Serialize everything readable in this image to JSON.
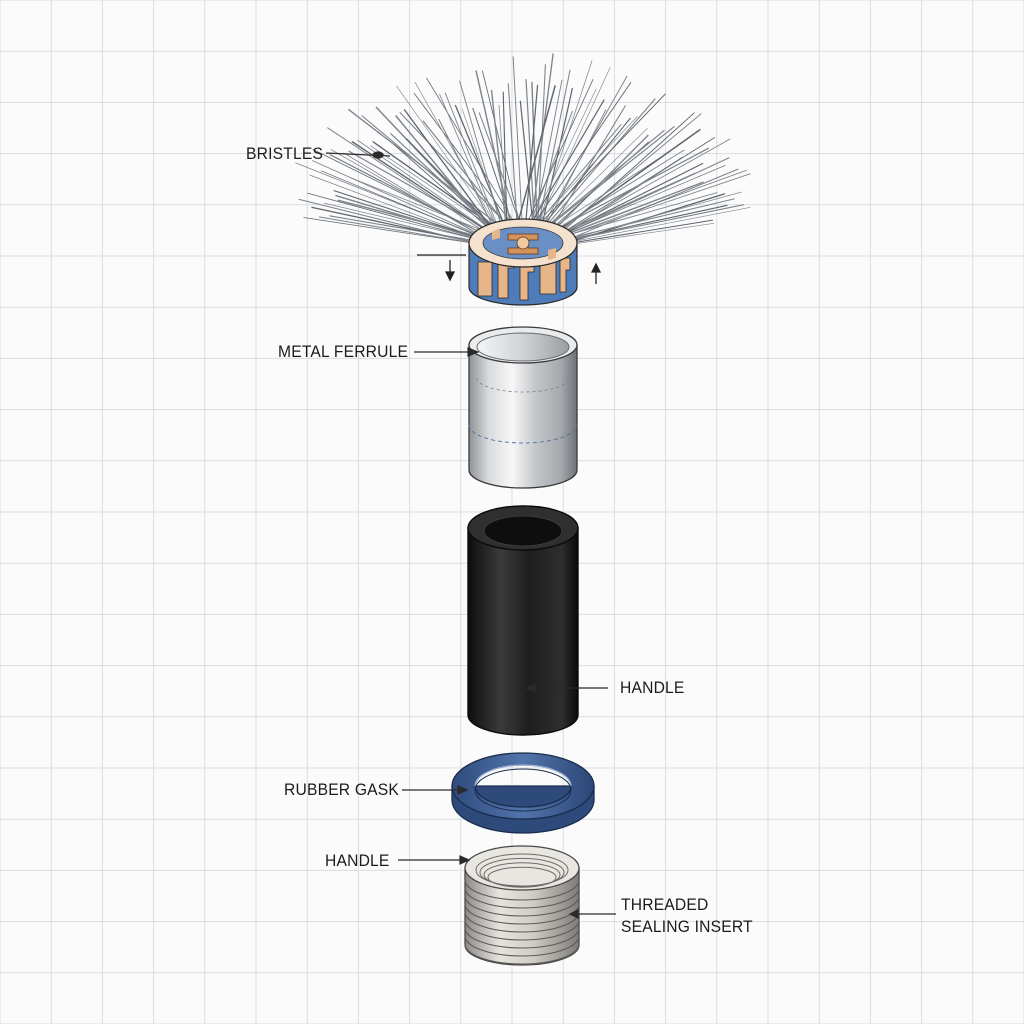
{
  "labels": {
    "bristles": "BRISTLES",
    "metal_ferrule": "METAL FERRULE",
    "handle_upper": "HANDLE",
    "rubber_gasket": "RUBBER GASK",
    "handle_lower": "HANDLE",
    "threaded_sealing_insert": [
      "THREADED",
      "SEALING INSERT"
    ]
  },
  "colors": {
    "grid": "#d9dde2",
    "leader": "#2a2a2a",
    "bristle": "#7f858c",
    "ferrule_light": "#f2f3f4",
    "ferrule_dark": "#9ea2a6",
    "handle": "#1d1d1d",
    "gasket": "#3f5f96",
    "insert": "#c9c7c2",
    "hub_blue": "#4f7cb8",
    "hub_tan": "#e6b58a"
  }
}
